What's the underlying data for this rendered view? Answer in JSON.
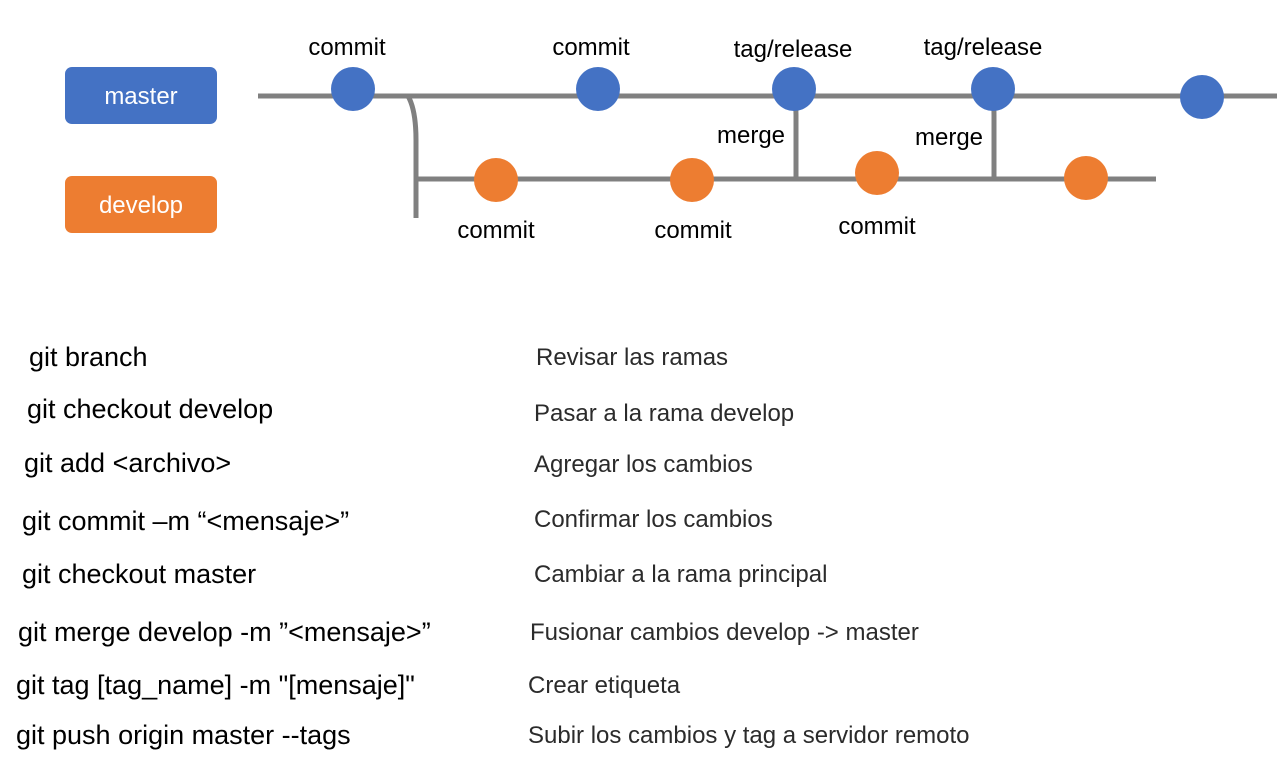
{
  "colors": {
    "master": "#4472c4",
    "develop": "#ed7d31",
    "line": "#808080"
  },
  "branches": {
    "master": "master",
    "develop": "develop"
  },
  "diagram_labels": {
    "master_1": "commit",
    "master_2": "commit",
    "master_3": "tag/release",
    "master_4": "tag/release",
    "merge_1": "merge",
    "merge_2": "merge",
    "develop_1": "commit",
    "develop_2": "commit",
    "develop_3": "commit"
  },
  "commands": [
    {
      "command": "git branch",
      "description": "Revisar las ramas"
    },
    {
      "command": "git checkout develop",
      "description": "Pasar a la rama develop"
    },
    {
      "command": "git add <archivo>",
      "description": "Agregar los cambios"
    },
    {
      "command": "git commit –m “<mensaje>”",
      "description": "Confirmar los cambios"
    },
    {
      "command": "git checkout master",
      "description": "Cambiar a la rama principal"
    },
    {
      "command": "git merge develop -m ”<mensaje>”",
      "description": "Fusionar cambios develop -> master"
    },
    {
      "command": "git tag [tag_name] -m \"[mensaje]\"",
      "description": "Crear etiqueta"
    },
    {
      "command": "git push origin master --tags",
      "description": "Subir los cambios y tag a servidor remoto"
    }
  ]
}
